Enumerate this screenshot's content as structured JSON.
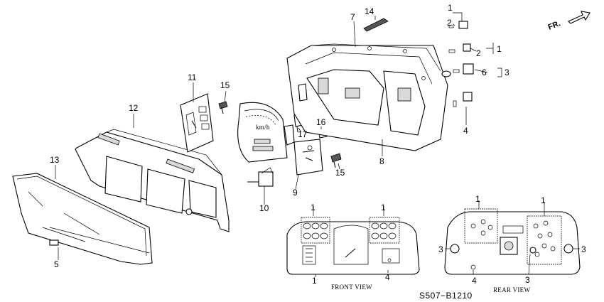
{
  "callouts": {
    "c1a": "1",
    "c2a": "2",
    "c2b": "2",
    "c1b": "1",
    "c6": "6",
    "c3": "3",
    "c4": "4",
    "c7": "7",
    "c14": "14",
    "c8": "8",
    "c11": "11",
    "c15a": "15",
    "c12": "12",
    "c17": "17",
    "c16": "16",
    "c15b": "15",
    "c9": "9",
    "c10": "10",
    "c13": "13",
    "c5": "5",
    "fv1a": "1",
    "fv1b": "1",
    "fv1c": "1",
    "fv4": "4",
    "rv1a": "1",
    "rv1b": "1",
    "rv3a": "3",
    "rv3b": "3",
    "rv3c": "3",
    "rv4": "4"
  },
  "direction_label": "FR.",
  "front_view_label": "FRONT VIEW",
  "rear_view_label": "REAR VIEW",
  "diagram_code": "S507−B1210",
  "colors": {
    "ink": "#000000",
    "paper": "#ffffff",
    "shade": "#d9d9d9"
  }
}
